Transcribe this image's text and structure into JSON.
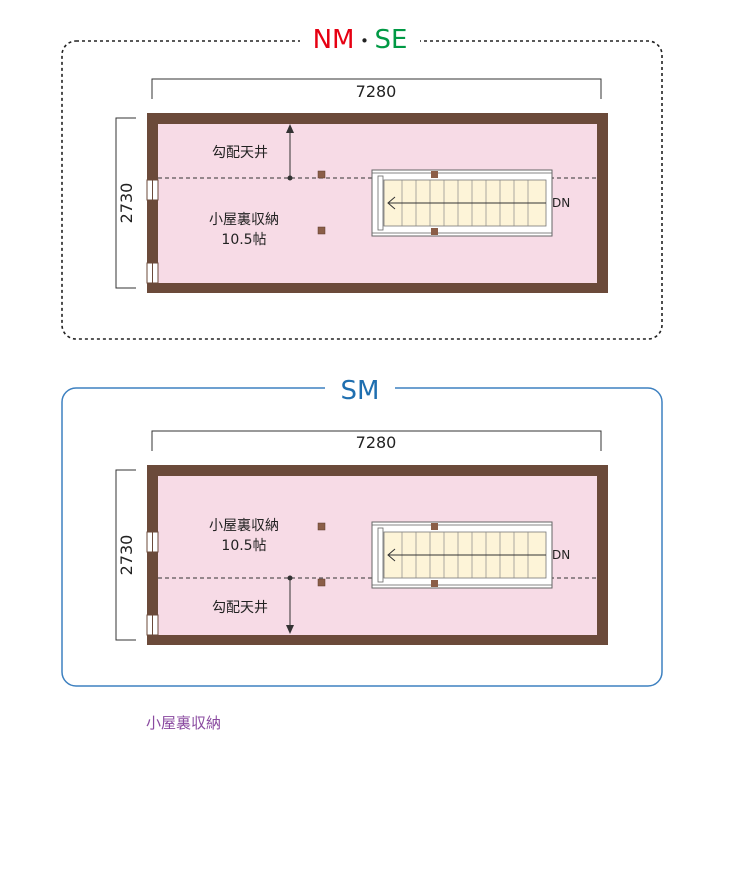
{
  "panel_top": {
    "title_part1": "NM",
    "title_sep": "・",
    "title_part2": "SE",
    "width_dim": "7280",
    "depth_dim": "2730",
    "ceiling_label": "勾配天井",
    "room_name": "小屋裏収納",
    "room_area": "10.5帖",
    "stair_label": "DN"
  },
  "panel_bottom": {
    "title": "SM",
    "width_dim": "7280",
    "depth_dim": "2730",
    "ceiling_label": "勾配天井",
    "room_name": "小屋裏収納",
    "room_area": "10.5帖",
    "stair_label": "DN"
  },
  "caption": "小屋裏収納",
  "colors": {
    "nm_red": "#e60012",
    "se_green": "#009944",
    "sm_blue": "#1f6fb0",
    "panel_border_blue": "#3d80c0",
    "wall_brown": "#6b4a3a",
    "room_pink": "#f7dbe6",
    "stair_cream": "#fdf4d8",
    "caption_purple": "#8a4aa0"
  }
}
